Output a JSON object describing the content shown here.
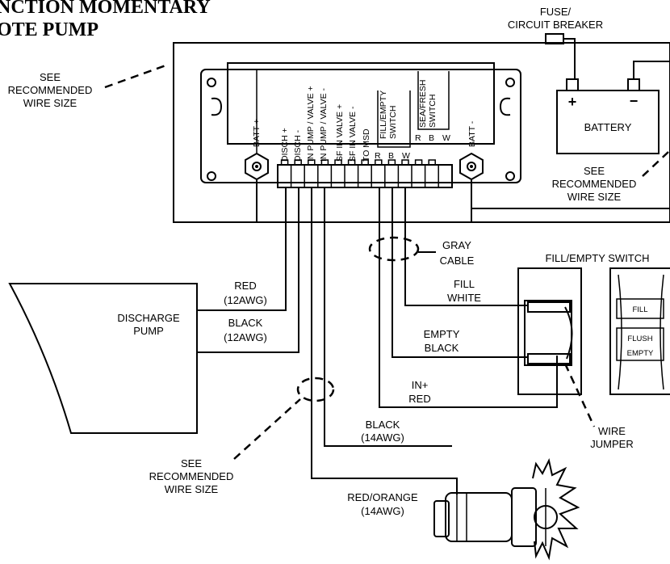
{
  "title": {
    "line1": "NCTION MOMENTARY",
    "line2": "OTE PUMP"
  },
  "fuse_label": {
    "line1": "FUSE/",
    "line2": "CIRCUIT BREAKER"
  },
  "battery": {
    "label": "BATTERY",
    "plus": "+",
    "minus": "−"
  },
  "wire_size_notes": [
    {
      "line1": "SEE",
      "line2": "RECOMMENDED",
      "line3": "WIRE SIZE"
    },
    {
      "line1": "SEE",
      "line2": "RECOMMENDED",
      "line3": "WIRE SIZE"
    },
    {
      "line1": "SEE",
      "line2": "RECOMMENDED",
      "line3": "WIRE SIZE"
    }
  ],
  "controller": {
    "batt_plus": "BATT +",
    "batt_minus": "BATT -",
    "terminals": [
      "DISCH +",
      "DISCH -",
      "IN PUMP / VALVE +",
      "IN PUMP / VALVE -",
      "SF IN VALVE +",
      "SF IN VALVE -",
      "TO MSD"
    ],
    "fill_empty": {
      "line1": "FILL/EMPTY",
      "line2": "SWITCH",
      "r": "R",
      "b": "B",
      "w": "W"
    },
    "sea_fresh": {
      "line1": "SEA/FRESH",
      "line2": "SWITCH",
      "r": "R",
      "b": "B",
      "w": "W"
    }
  },
  "gray_cable": {
    "line1": "GRAY",
    "line2": "CABLE"
  },
  "discharge_pump": {
    "line1": "DISCHARGE",
    "line2": "PUMP"
  },
  "wires": {
    "red12": {
      "line1": "RED",
      "line2": "(12AWG)"
    },
    "black12": {
      "line1": "BLACK",
      "line2": "(12AWG)"
    },
    "fill_white": {
      "line1": "FILL",
      "line2": "WHITE"
    },
    "empty_black": {
      "line1": "EMPTY",
      "line2": "BLACK"
    },
    "in_red": {
      "line1": "IN+",
      "line2": "RED"
    },
    "black14": {
      "line1": "BLACK",
      "line2": "(14AWG)"
    },
    "redorange14": {
      "line1": "RED/ORANGE",
      "line2": "(14AWG)"
    }
  },
  "switch_panel": {
    "title": "FILL/EMPTY SWITCH",
    "fill": "FILL",
    "flush": "FLUSH",
    "empty": "EMPTY"
  },
  "jumper": {
    "line1": "WIRE",
    "line2": "JUMPER"
  }
}
